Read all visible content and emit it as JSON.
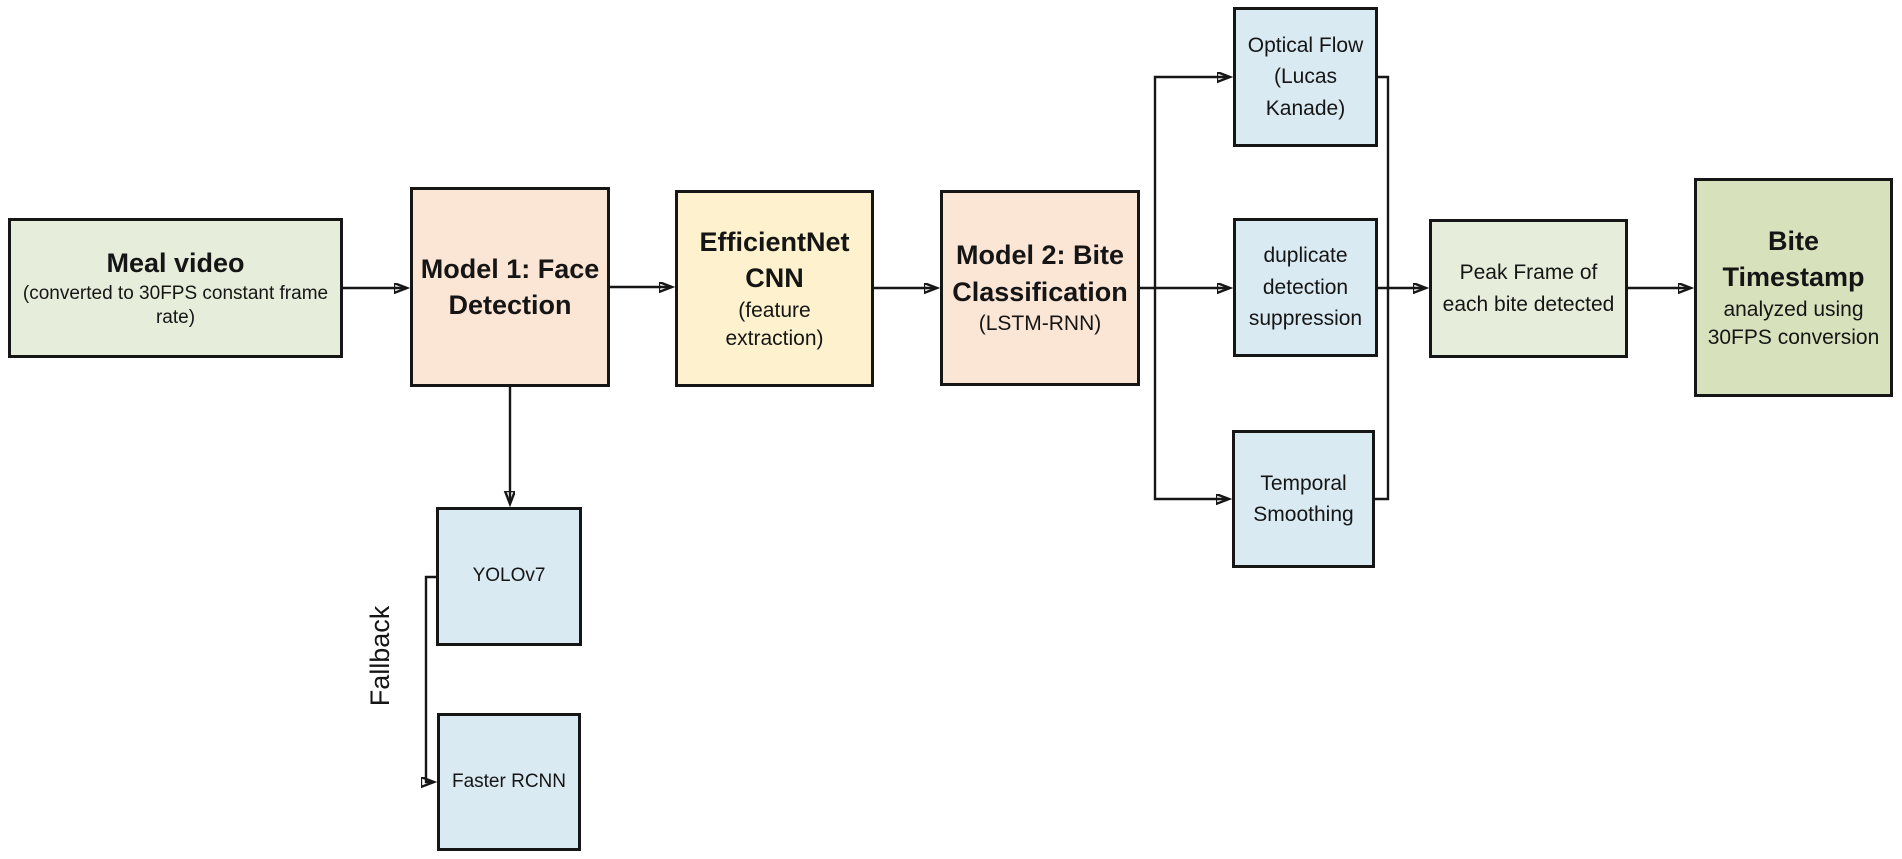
{
  "diagram": {
    "background": "#ffffff",
    "colors": {
      "border": "#161616",
      "arrow": "#161616",
      "text": "#151515",
      "light_green": "#e6eedb",
      "peach": "#fbe5d5",
      "yellow": "#fdf2cd",
      "light_blue": "#daeaf2",
      "olive_green": "#d7e2bd"
    },
    "nodes": {
      "meal_video": {
        "title": "Meal video",
        "subtitle": "(converted to 30FPS constant frame\nrate)",
        "fill": "#e6eedb"
      },
      "model1": {
        "title": "Model 1: Face\nDetection",
        "fill": "#fbe5d5"
      },
      "efficientnet": {
        "title": "EfficientNet\nCNN",
        "subtitle": "(feature\nextraction)",
        "fill": "#fdf2cd"
      },
      "model2": {
        "title": "Model 2: Bite\nClassification",
        "subtitle": "(LSTM-RNN)",
        "fill": "#fbe5d5"
      },
      "optical_flow": {
        "text": "Optical Flow\n(Lucas\nKanade)",
        "fill": "#daeaf2"
      },
      "duplicate_suppression": {
        "text": "duplicate\ndetection\nsuppression",
        "fill": "#daeaf2"
      },
      "temporal_smoothing": {
        "text": "Temporal\nSmoothing",
        "fill": "#daeaf2"
      },
      "peak_frame": {
        "text": "Peak Frame of\neach bite detected",
        "fill": "#e6eedb"
      },
      "bite_timestamp": {
        "title": "Bite\nTimestamp",
        "subtitle": "analyzed using\n30FPS conversion",
        "fill": "#d7e2bd"
      },
      "yolov7": {
        "text": "YOLOv7",
        "fill": "#daeaf2"
      },
      "faster_rcnn": {
        "text": "Faster RCNN",
        "fill": "#daeaf2"
      }
    },
    "labels": {
      "fallback": "Fallback"
    },
    "edges": [
      {
        "from": "meal_video",
        "to": "model1"
      },
      {
        "from": "model1",
        "to": "efficientnet"
      },
      {
        "from": "efficientnet",
        "to": "model2"
      },
      {
        "from": "model2",
        "to": "optical_flow"
      },
      {
        "from": "model2",
        "to": "duplicate_suppression"
      },
      {
        "from": "model2",
        "to": "temporal_smoothing"
      },
      {
        "from": "optical_flow",
        "to": "peak_frame"
      },
      {
        "from": "duplicate_suppression",
        "to": "peak_frame"
      },
      {
        "from": "temporal_smoothing",
        "to": "peak_frame"
      },
      {
        "from": "peak_frame",
        "to": "bite_timestamp"
      },
      {
        "from": "model1",
        "to": "yolov7"
      },
      {
        "from": "yolov7",
        "to": "faster_rcnn",
        "label": "Fallback"
      }
    ]
  }
}
